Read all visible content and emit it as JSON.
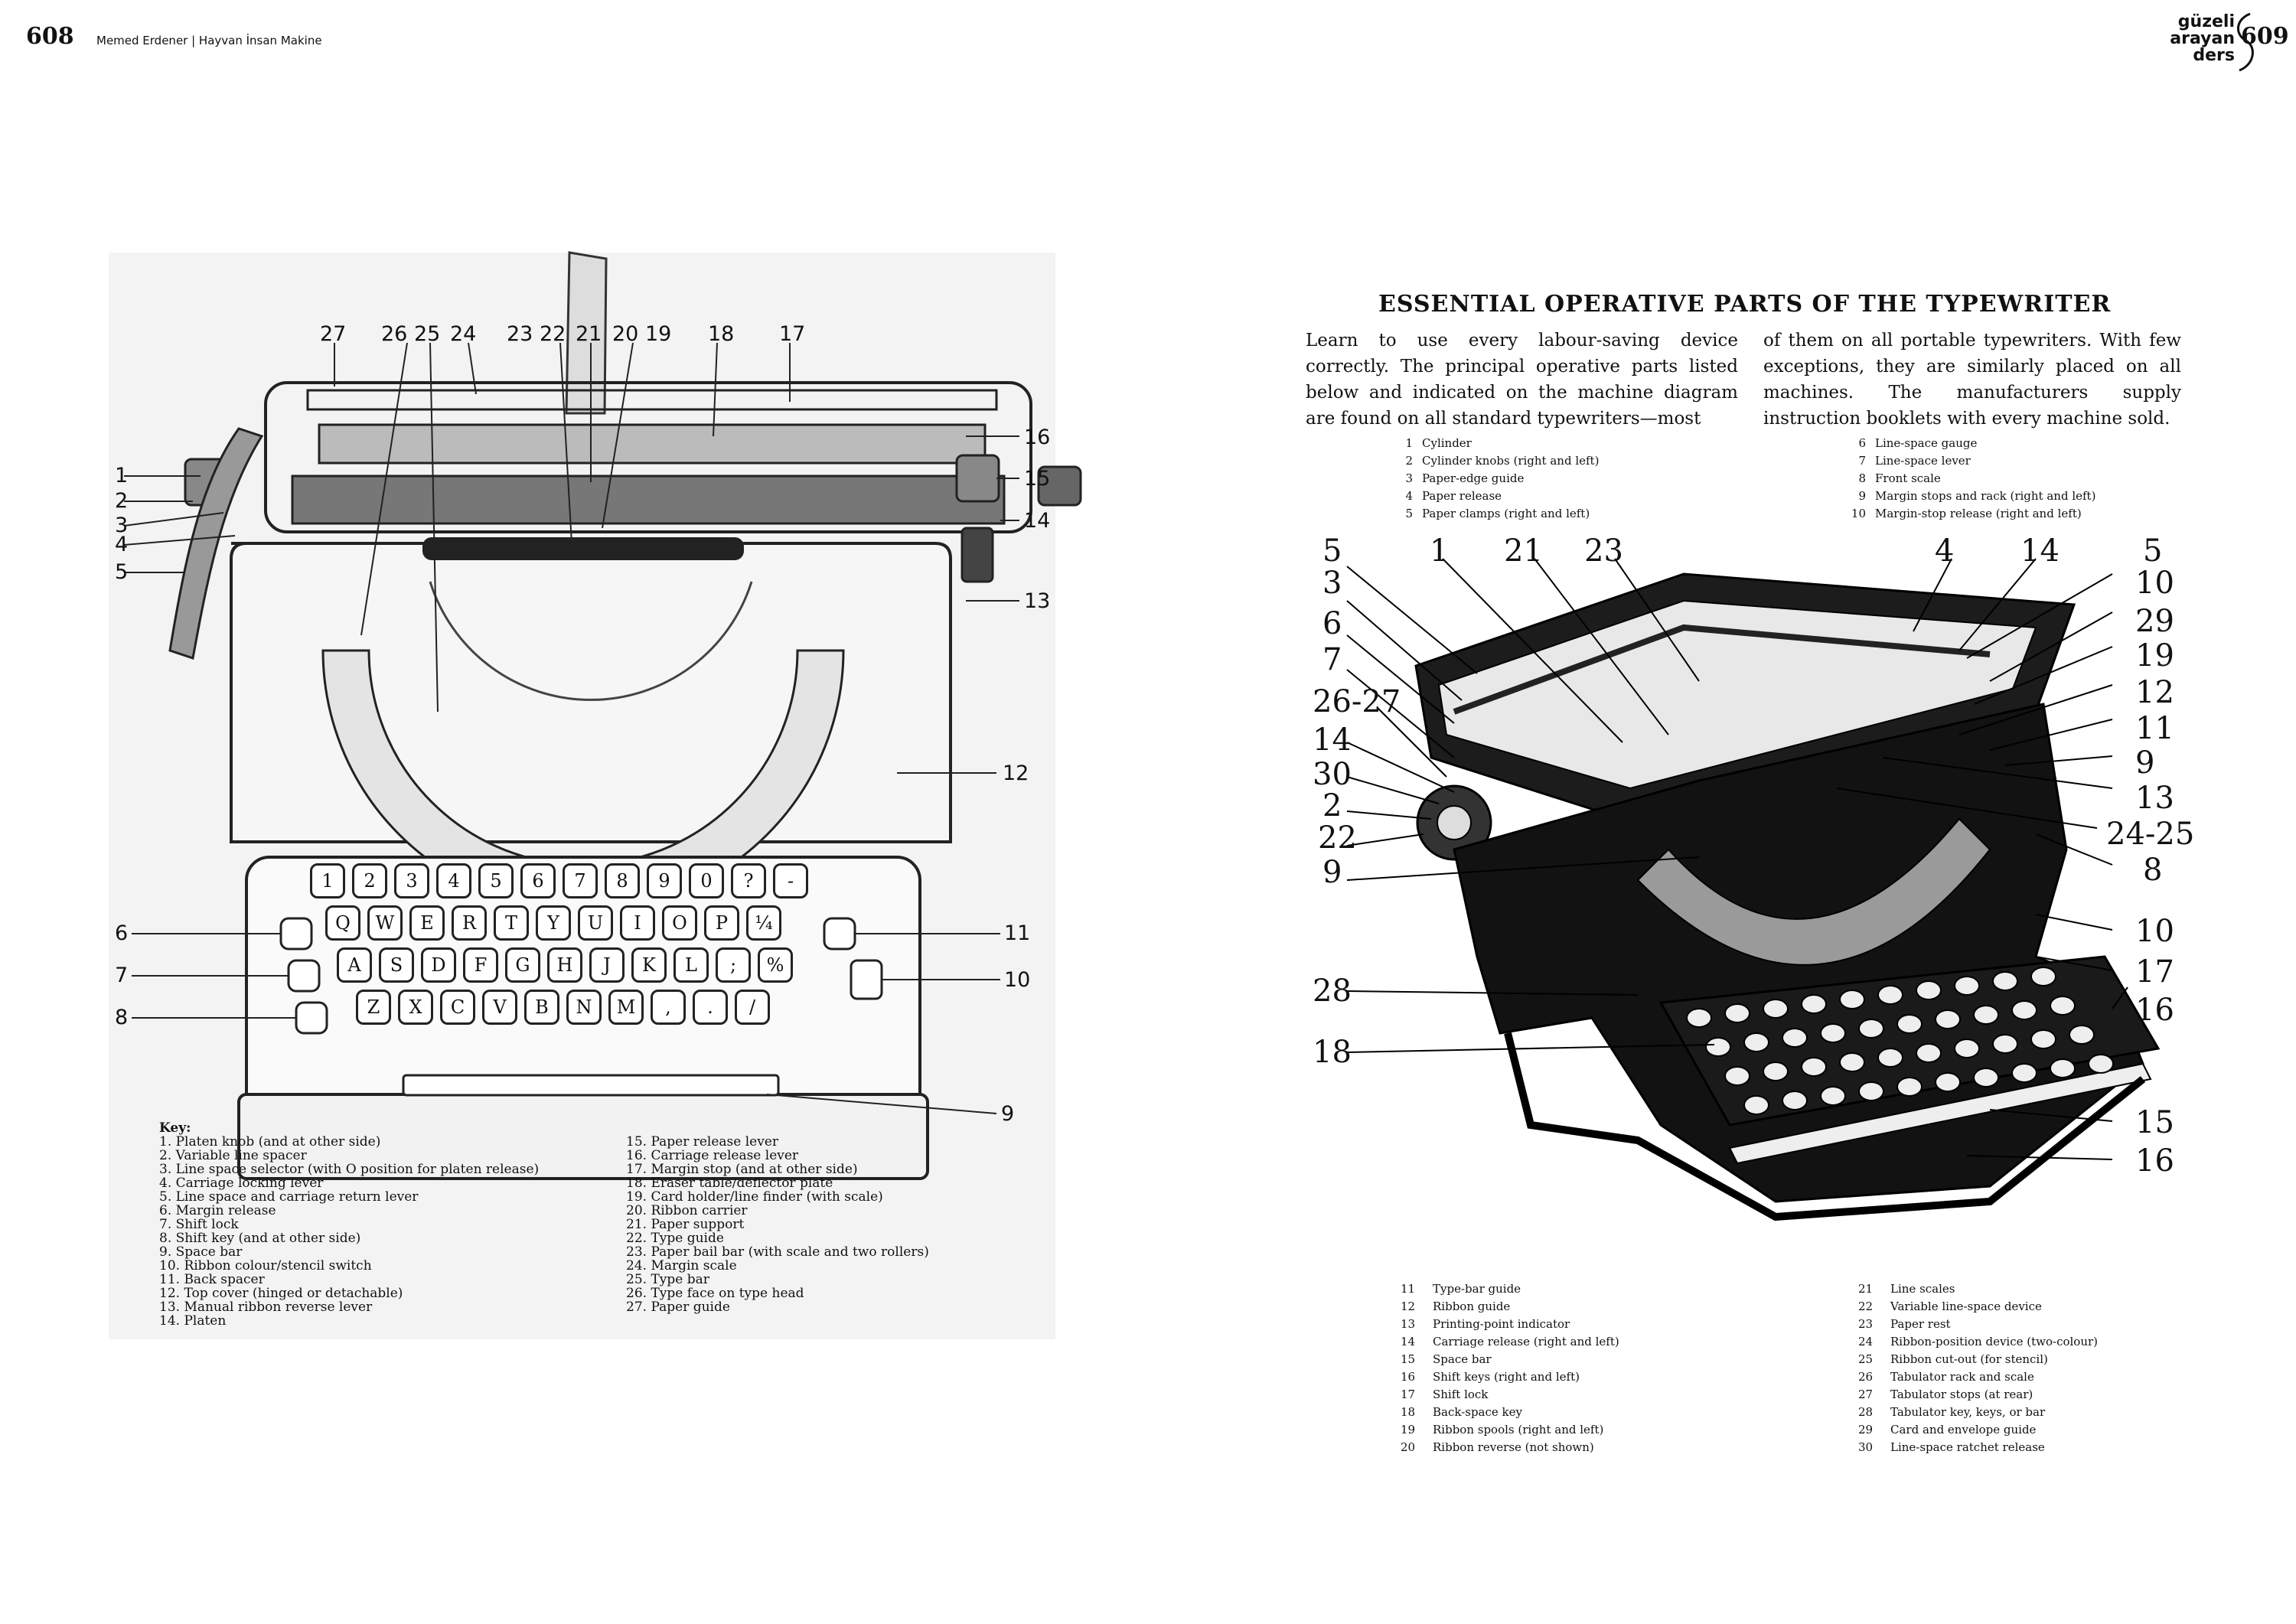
{
  "left_page": {
    "page_number": "608",
    "running_head": "Memed Erdener | Hayvan İnsan Makine",
    "figure": {
      "top_callouts": [
        "27",
        "26 25",
        "24",
        "23 22",
        "21",
        "20 19",
        "18",
        "17"
      ],
      "right_callouts": [
        "16",
        "15",
        "14",
        "13",
        "12",
        "11",
        "10",
        "9"
      ],
      "left_callouts": [
        "1",
        "2",
        "3",
        "4",
        "5",
        "6",
        "7",
        "8"
      ],
      "keyboard_rows": [
        [
          "1",
          "2",
          "3",
          "4",
          "5",
          "6",
          "7",
          "8",
          "9",
          "0",
          "?",
          "-"
        ],
        [
          "Q",
          "W",
          "E",
          "R",
          "T",
          "Y",
          "U",
          "I",
          "O",
          "P",
          "¼"
        ],
        [
          "A",
          "S",
          "D",
          "F",
          "G",
          "H",
          "J",
          "K",
          "L",
          ";",
          "%"
        ],
        [
          "Z",
          "X",
          "C",
          "V",
          "B",
          "N",
          "M",
          ",",
          ".",
          "/"
        ]
      ],
      "key_title": "Key:",
      "key_left": [
        "1. Platen knob (and at other side)",
        "2. Variable line spacer",
        "3. Line space selector (with O position for platen release)",
        "4. Carriage locking lever",
        "5. Line space and carriage return lever",
        "6. Margin release",
        "7. Shift lock",
        "8. Shift key (and at other side)",
        "9. Space bar",
        "10. Ribbon colour/stencil switch",
        "11. Back spacer",
        "12. Top cover (hinged or detachable)",
        "13. Manual ribbon reverse lever",
        "14. Platen"
      ],
      "key_right": [
        "15. Paper release lever",
        "16. Carriage release lever",
        "17. Margin stop (and at other side)",
        "18. Eraser table/deflector plate",
        "19. Card holder/line finder (with scale)",
        "20. Ribbon carrier",
        "21. Paper support",
        "22. Type guide",
        "23. Paper bail bar (with scale and two rollers)",
        "24. Margin scale",
        "25. Type bar",
        "26. Type face on type head",
        "27. Paper guide"
      ]
    }
  },
  "right_page": {
    "page_number": "609",
    "brand_lines": [
      "güzeli",
      "arayan",
      "ders"
    ],
    "title": "ESSENTIAL OPERATIVE PARTS OF THE TYPEWRITER",
    "paragraph_col1": "Learn to use every labour-saving device correctly. The principal operative parts listed below and indicated on the machine diagram are found on all standard typewriters—most",
    "paragraph_col2": "of them on all portable typewriters. With few exceptions, they are similarly placed on all machines. The manufacturers supply instruction booklets with every machine sold.",
    "parts_top_left": [
      {
        "n": "1",
        "t": "Cylinder"
      },
      {
        "n": "2",
        "t": "Cylinder knobs (right and left)"
      },
      {
        "n": "3",
        "t": "Paper-edge guide"
      },
      {
        "n": "4",
        "t": "Paper release"
      },
      {
        "n": "5",
        "t": "Paper clamps (right and left)"
      }
    ],
    "parts_top_right": [
      {
        "n": "6",
        "t": "Line-space gauge"
      },
      {
        "n": "7",
        "t": "Line-space lever"
      },
      {
        "n": "8",
        "t": "Front scale"
      },
      {
        "n": "9",
        "t": "Margin stops and rack (right and left)"
      },
      {
        "n": "10",
        "t": "Margin-stop release (right and left)"
      }
    ],
    "figure": {
      "top_callouts": [
        "5",
        "1",
        "21",
        "23",
        "4",
        "14",
        "5"
      ],
      "left_callouts": [
        "3",
        "6",
        "7",
        "26-27",
        "14",
        "30",
        "2",
        "22",
        "9",
        "28",
        "18"
      ],
      "right_callouts": [
        "10",
        "29",
        "19",
        "12",
        "11",
        "9",
        "13",
        "24-25",
        "8",
        "10",
        "17",
        "16",
        "15",
        "16"
      ]
    },
    "parts_bottom_left": [
      {
        "n": "11",
        "t": "Type-bar guide"
      },
      {
        "n": "12",
        "t": "Ribbon guide"
      },
      {
        "n": "13",
        "t": "Printing-point indicator"
      },
      {
        "n": "14",
        "t": "Carriage release (right and left)"
      },
      {
        "n": "15",
        "t": "Space bar"
      },
      {
        "n": "16",
        "t": "Shift keys (right and left)"
      },
      {
        "n": "17",
        "t": "Shift lock"
      },
      {
        "n": "18",
        "t": "Back-space key"
      },
      {
        "n": "19",
        "t": "Ribbon spools (right and left)"
      },
      {
        "n": "20",
        "t": "Ribbon reverse (not shown)"
      }
    ],
    "parts_bottom_right": [
      {
        "n": "21",
        "t": "Line scales"
      },
      {
        "n": "22",
        "t": "Variable line-space device"
      },
      {
        "n": "23",
        "t": "Paper rest"
      },
      {
        "n": "24",
        "t": "Ribbon-position device (two-colour)"
      },
      {
        "n": "25",
        "t": "Ribbon cut-out (for stencil)"
      },
      {
        "n": "26",
        "t": "Tabulator rack and scale"
      },
      {
        "n": "27",
        "t": "Tabulator stops (at rear)"
      },
      {
        "n": "28",
        "t": "Tabulator key, keys, or bar"
      },
      {
        "n": "29",
        "t": "Card and envelope guide"
      },
      {
        "n": "30",
        "t": "Line-space ratchet release"
      }
    ]
  }
}
